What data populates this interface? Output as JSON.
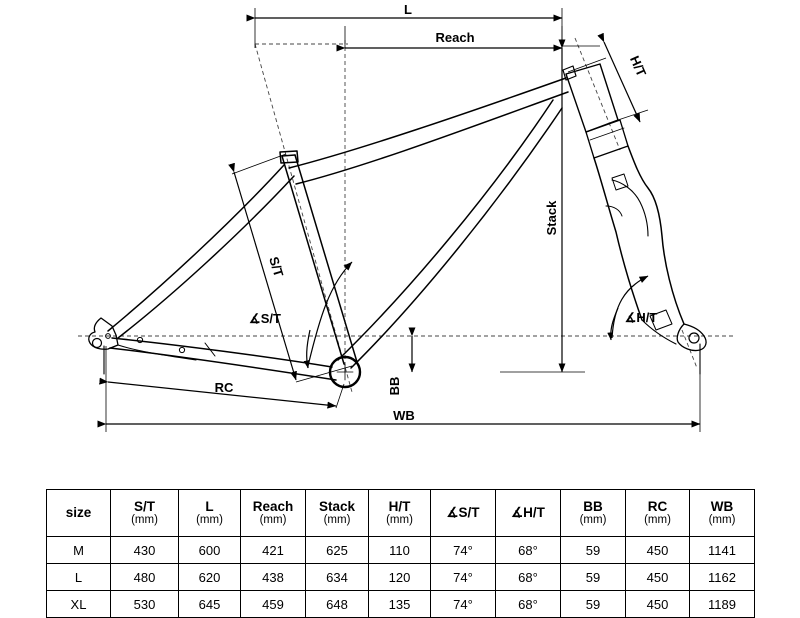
{
  "diagram": {
    "title": "bicycle-frame-geometry",
    "labels": {
      "length": "L",
      "reach": "Reach",
      "stack": "Stack",
      "head_tube": "H/T",
      "seat_tube": "S/T",
      "seat_tube_angle": "∡S/T",
      "head_tube_angle": "∡H/T",
      "bottom_bracket": "BB",
      "rear_center": "RC",
      "wheelbase": "WB"
    },
    "colors": {
      "line": "#000000",
      "background": "#ffffff",
      "dimension": "#000000",
      "construction": "#555555"
    }
  },
  "table": {
    "headers": [
      {
        "label": "size",
        "unit": ""
      },
      {
        "label": "S/T",
        "unit": "(mm)"
      },
      {
        "label": "L",
        "unit": "(mm)"
      },
      {
        "label": "Reach",
        "unit": "(mm)"
      },
      {
        "label": "Stack",
        "unit": "(mm)"
      },
      {
        "label": "H/T",
        "unit": "(mm)"
      },
      {
        "label": "∡S/T",
        "unit": ""
      },
      {
        "label": "∡H/T",
        "unit": ""
      },
      {
        "label": "BB",
        "unit": "(mm)"
      },
      {
        "label": "RC",
        "unit": "(mm)"
      },
      {
        "label": "WB",
        "unit": "(mm)"
      }
    ],
    "rows": [
      {
        "size": "M",
        "st": "430",
        "l": "600",
        "reach": "421",
        "stack": "625",
        "ht": "110",
        "st_angle": "74°",
        "ht_angle": "68°",
        "bb": "59",
        "rc": "450",
        "wb": "1141"
      },
      {
        "size": "L",
        "st": "480",
        "l": "620",
        "reach": "438",
        "stack": "634",
        "ht": "120",
        "st_angle": "74°",
        "ht_angle": "68°",
        "bb": "59",
        "rc": "450",
        "wb": "1162"
      },
      {
        "size": "XL",
        "st": "530",
        "l": "645",
        "reach": "459",
        "stack": "648",
        "ht": "135",
        "st_angle": "74°",
        "ht_angle": "68°",
        "bb": "59",
        "rc": "450",
        "wb": "1189"
      }
    ]
  }
}
